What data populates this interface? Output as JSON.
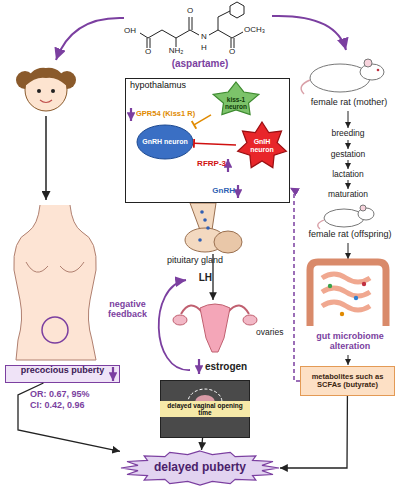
{
  "diagram": {
    "nodes": [
      {
        "text": [
          "hypothalamus"
        ]
      },
      {
        "text": [
          "kiss-1 neuron"
        ],
        "in": 0
      },
      {
        "text": [
          "GnRH neuron"
        ],
        "in": 0
      },
      {
        "text": [
          "GnIH neuron"
        ],
        "in": 0
      },
      {
        "text": [
          "precocious puberty"
        ]
      },
      {
        "text": [
          "delayed vaginal opening time"
        ]
      },
      {
        "text": [
          "metabolites such as SCFAs (butyrate)"
        ]
      },
      {
        "text": [
          "delayed puberty"
        ]
      }
    ],
    "edges": [
      {
        "from": 1,
        "to": 2,
        "arrow": "to"
      },
      {
        "from": 3,
        "to": 2,
        "arrow": "to"
      },
      {
        "from": 6,
        "to": 0,
        "arrow": "to"
      },
      {
        "from": 4,
        "to": 7,
        "arrow": "to"
      },
      {
        "from": 5,
        "to": 7,
        "arrow": "to"
      },
      {
        "from": 6,
        "to": 7,
        "arrow": "to"
      }
    ],
    "labels": [
      "(aspartame)",
      "O",
      "OH",
      "NH₂",
      "H",
      "N",
      "O",
      "O",
      "OCH₃",
      "GPR54 (Kiss1 R)",
      "RFRP-3",
      "GnRH",
      "pituitary gland",
      "LH",
      "negative feedback",
      "ovaries",
      "estrogen",
      "OR: 0.67, 95%",
      "CI: 0.42, 0.96",
      "female rat (mother)",
      "breeding",
      "gestation",
      "lactation",
      "maturation",
      "female rat (offspring)",
      "gut microbiome alteration"
    ]
  }
}
